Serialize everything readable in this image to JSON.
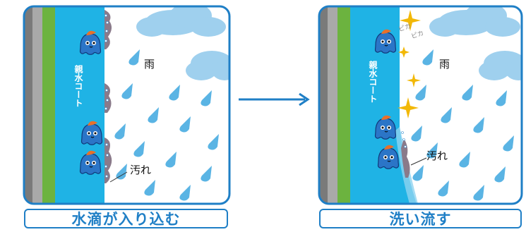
{
  "left_panel": {
    "coating_label": "親水コート",
    "rain_label": "雨",
    "dirt_label": "汚れ",
    "caption": "水滴が入り込む"
  },
  "right_panel": {
    "coating_label": "親水コート",
    "rain_label": "雨",
    "dirt_label": "汚れ",
    "shine_label_1": "ピカ",
    "shine_label_2": "ピカ",
    "caption": "洗い流す"
  },
  "colors": {
    "panel_border": "#1f7fc6",
    "coating": "#1fb3e5",
    "wall_green": "#6cb33f",
    "rain": "#5ab4e4",
    "cloud": "#9fd0ee",
    "dirt": "#8a7a8a",
    "sparkle": "#f2b807"
  }
}
